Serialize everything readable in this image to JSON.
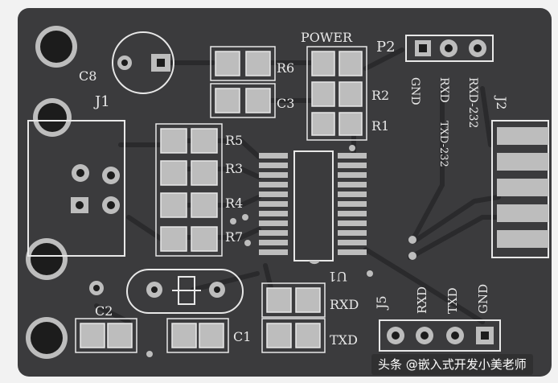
{
  "image": {
    "subject": "Printed circuit board",
    "colors": {
      "background": "#f2f2f2",
      "board": "#3b3b3d",
      "trace": "#2a2a2c",
      "silkscreen": "#e8e8e8",
      "pad": "#bdbdbd",
      "pad_inner": "#6d6d6d",
      "hole": "#1c1c1c"
    }
  },
  "silkscreen": {
    "power": "POWER",
    "p2": "P2",
    "c8": "C8",
    "j1": "J1",
    "r6": "R6",
    "c3": "C3",
    "r2": "R2",
    "r1": "R1",
    "r5": "R5",
    "r3": "R3",
    "r4": "R4",
    "r7": "R7",
    "u1": "U1",
    "c2": "C2",
    "c1": "C1",
    "rxd_left": "RXD",
    "txd_left": "TXD",
    "j5": "J5",
    "j2": "J2",
    "vertical_top": [
      "GND",
      "RXD",
      "RXD-232"
    ],
    "vertical_bottom": [
      "RXD",
      "TXD",
      "GND"
    ],
    "extra_top": "TXD-232"
  },
  "watermark": "头条 @嵌入式开发小美老师"
}
